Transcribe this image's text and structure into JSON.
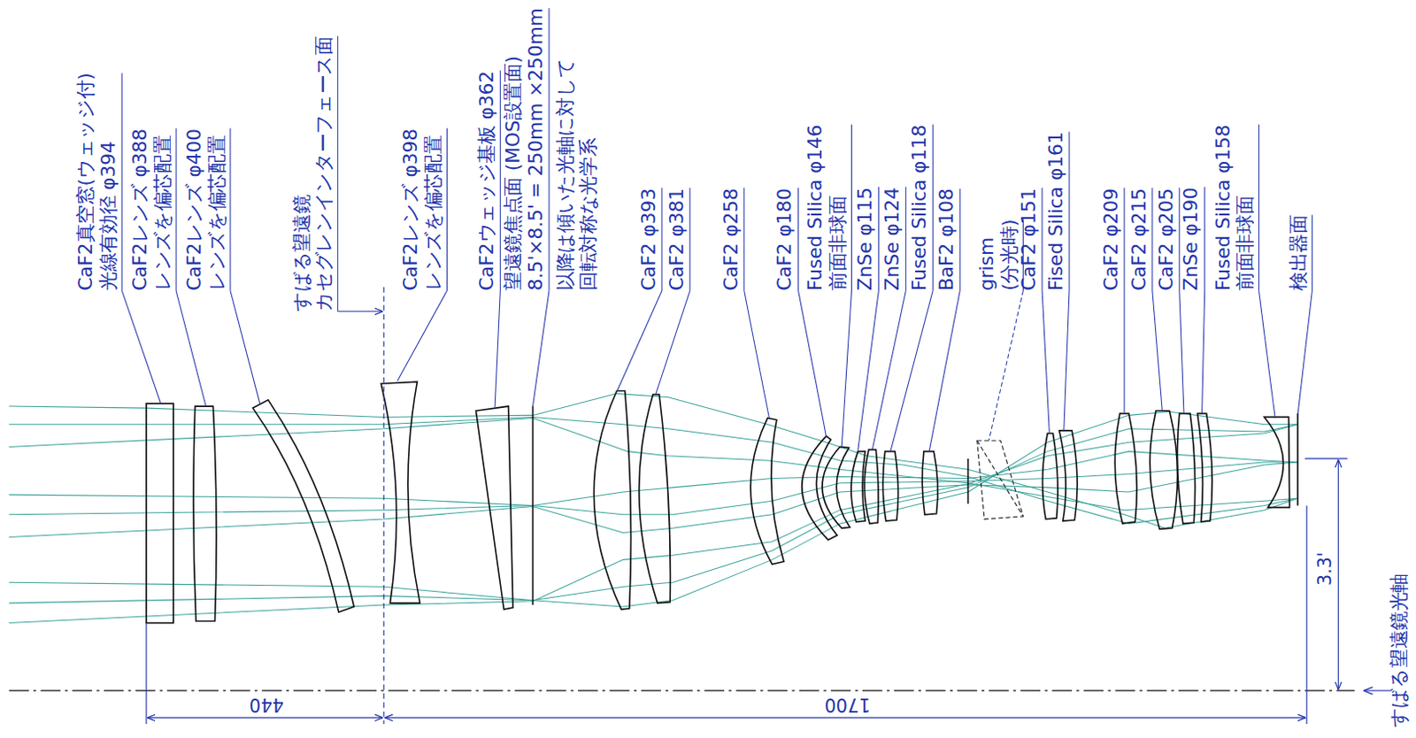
{
  "diagram": {
    "labels": [
      "CaF2真空窓(ウェッジ付)",
      "光線有効径 φ394",
      "CaF2レンズ φ388",
      "レンズを偏芯配置",
      "CaF2レンズ φ400",
      "レンズを偏芯配置",
      "すばる望遠鏡",
      "カセグレンインターフェース面",
      "CaF2レンズ φ398",
      "レンズを偏芯配置",
      "CaF2ウェッジ基板 φ362",
      "望遠鏡焦点面 (MOS設置面)",
      "8.5'×8.5' = 250mm ×250mm",
      "以降は傾いた光軸に対して",
      "回転対称な光学系",
      "CaF2 φ393",
      "CaF2 φ381",
      "CaF2 φ258",
      "CaF2 φ180",
      "Fused Silica φ146",
      "前面非球面",
      "ZnSe φ115",
      "ZnSe φ124",
      "Fused Silica φ118",
      "BaF2 φ108",
      "grism",
      "(分光時)",
      "CaF2 φ151",
      "Fised Silica φ161",
      "CaF2 φ209",
      "CaF2 φ215",
      "CaF2 φ205",
      "ZnSe φ190",
      "Fused Silica φ158",
      "前面非球面",
      "検出器面",
      "440",
      "1700",
      "3.3'",
      "すばる望遠鏡光軸"
    ]
  }
}
